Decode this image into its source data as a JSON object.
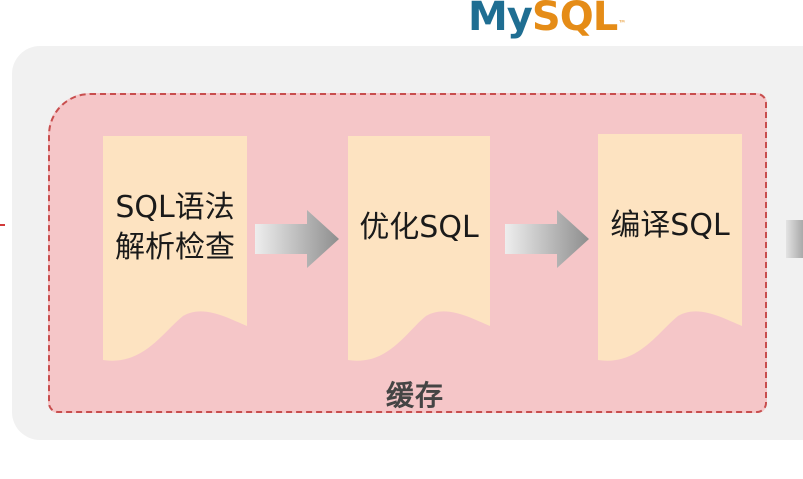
{
  "logo": {
    "part1": "My",
    "part2": "SQL",
    "tm": "™"
  },
  "cache": {
    "label": "缓存"
  },
  "steps": [
    {
      "line1": "SQL语法",
      "line2": "解析检查"
    },
    {
      "line1": "优化SQL"
    },
    {
      "line1": "编译SQL"
    }
  ],
  "colors": {
    "panel": "#f1f1f1",
    "cache_fill": "#f5c6c8",
    "cache_border": "#c84e4e",
    "document": "#fde3c1",
    "arrow_light": "#eeeeee",
    "arrow_dark": "#8e8e8e",
    "mysql_blue": "#1f6e92",
    "mysql_orange": "#e58c17"
  }
}
